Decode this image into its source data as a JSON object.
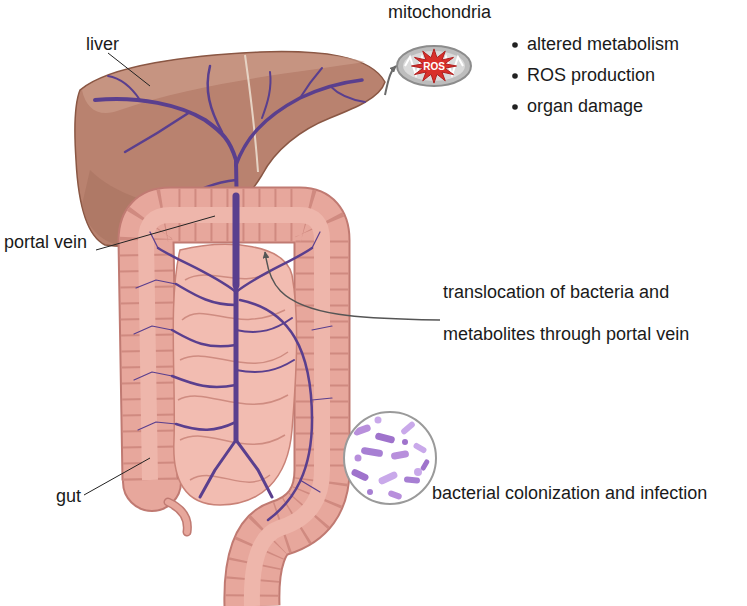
{
  "diagram": {
    "nodes": [
      {
        "text": [
          "liver"
        ]
      },
      {
        "text": [
          "mitochondria",
          "ROS"
        ]
      },
      {
        "text": [
          "gut"
        ]
      },
      {
        "text": [
          "bacterial colonization and infection"
        ],
        "in": 2
      }
    ],
    "edges": [
      {
        "from": 2,
        "to": 0,
        "arrow": "to",
        "label": "translocation of bacteria and metabolites through portal vein"
      },
      {
        "from": 0,
        "to": 1,
        "arrow": "to"
      }
    ],
    "labels": [
      "portal vein",
      "altered metabolism",
      "ROS production",
      "organ damage"
    ]
  }
}
